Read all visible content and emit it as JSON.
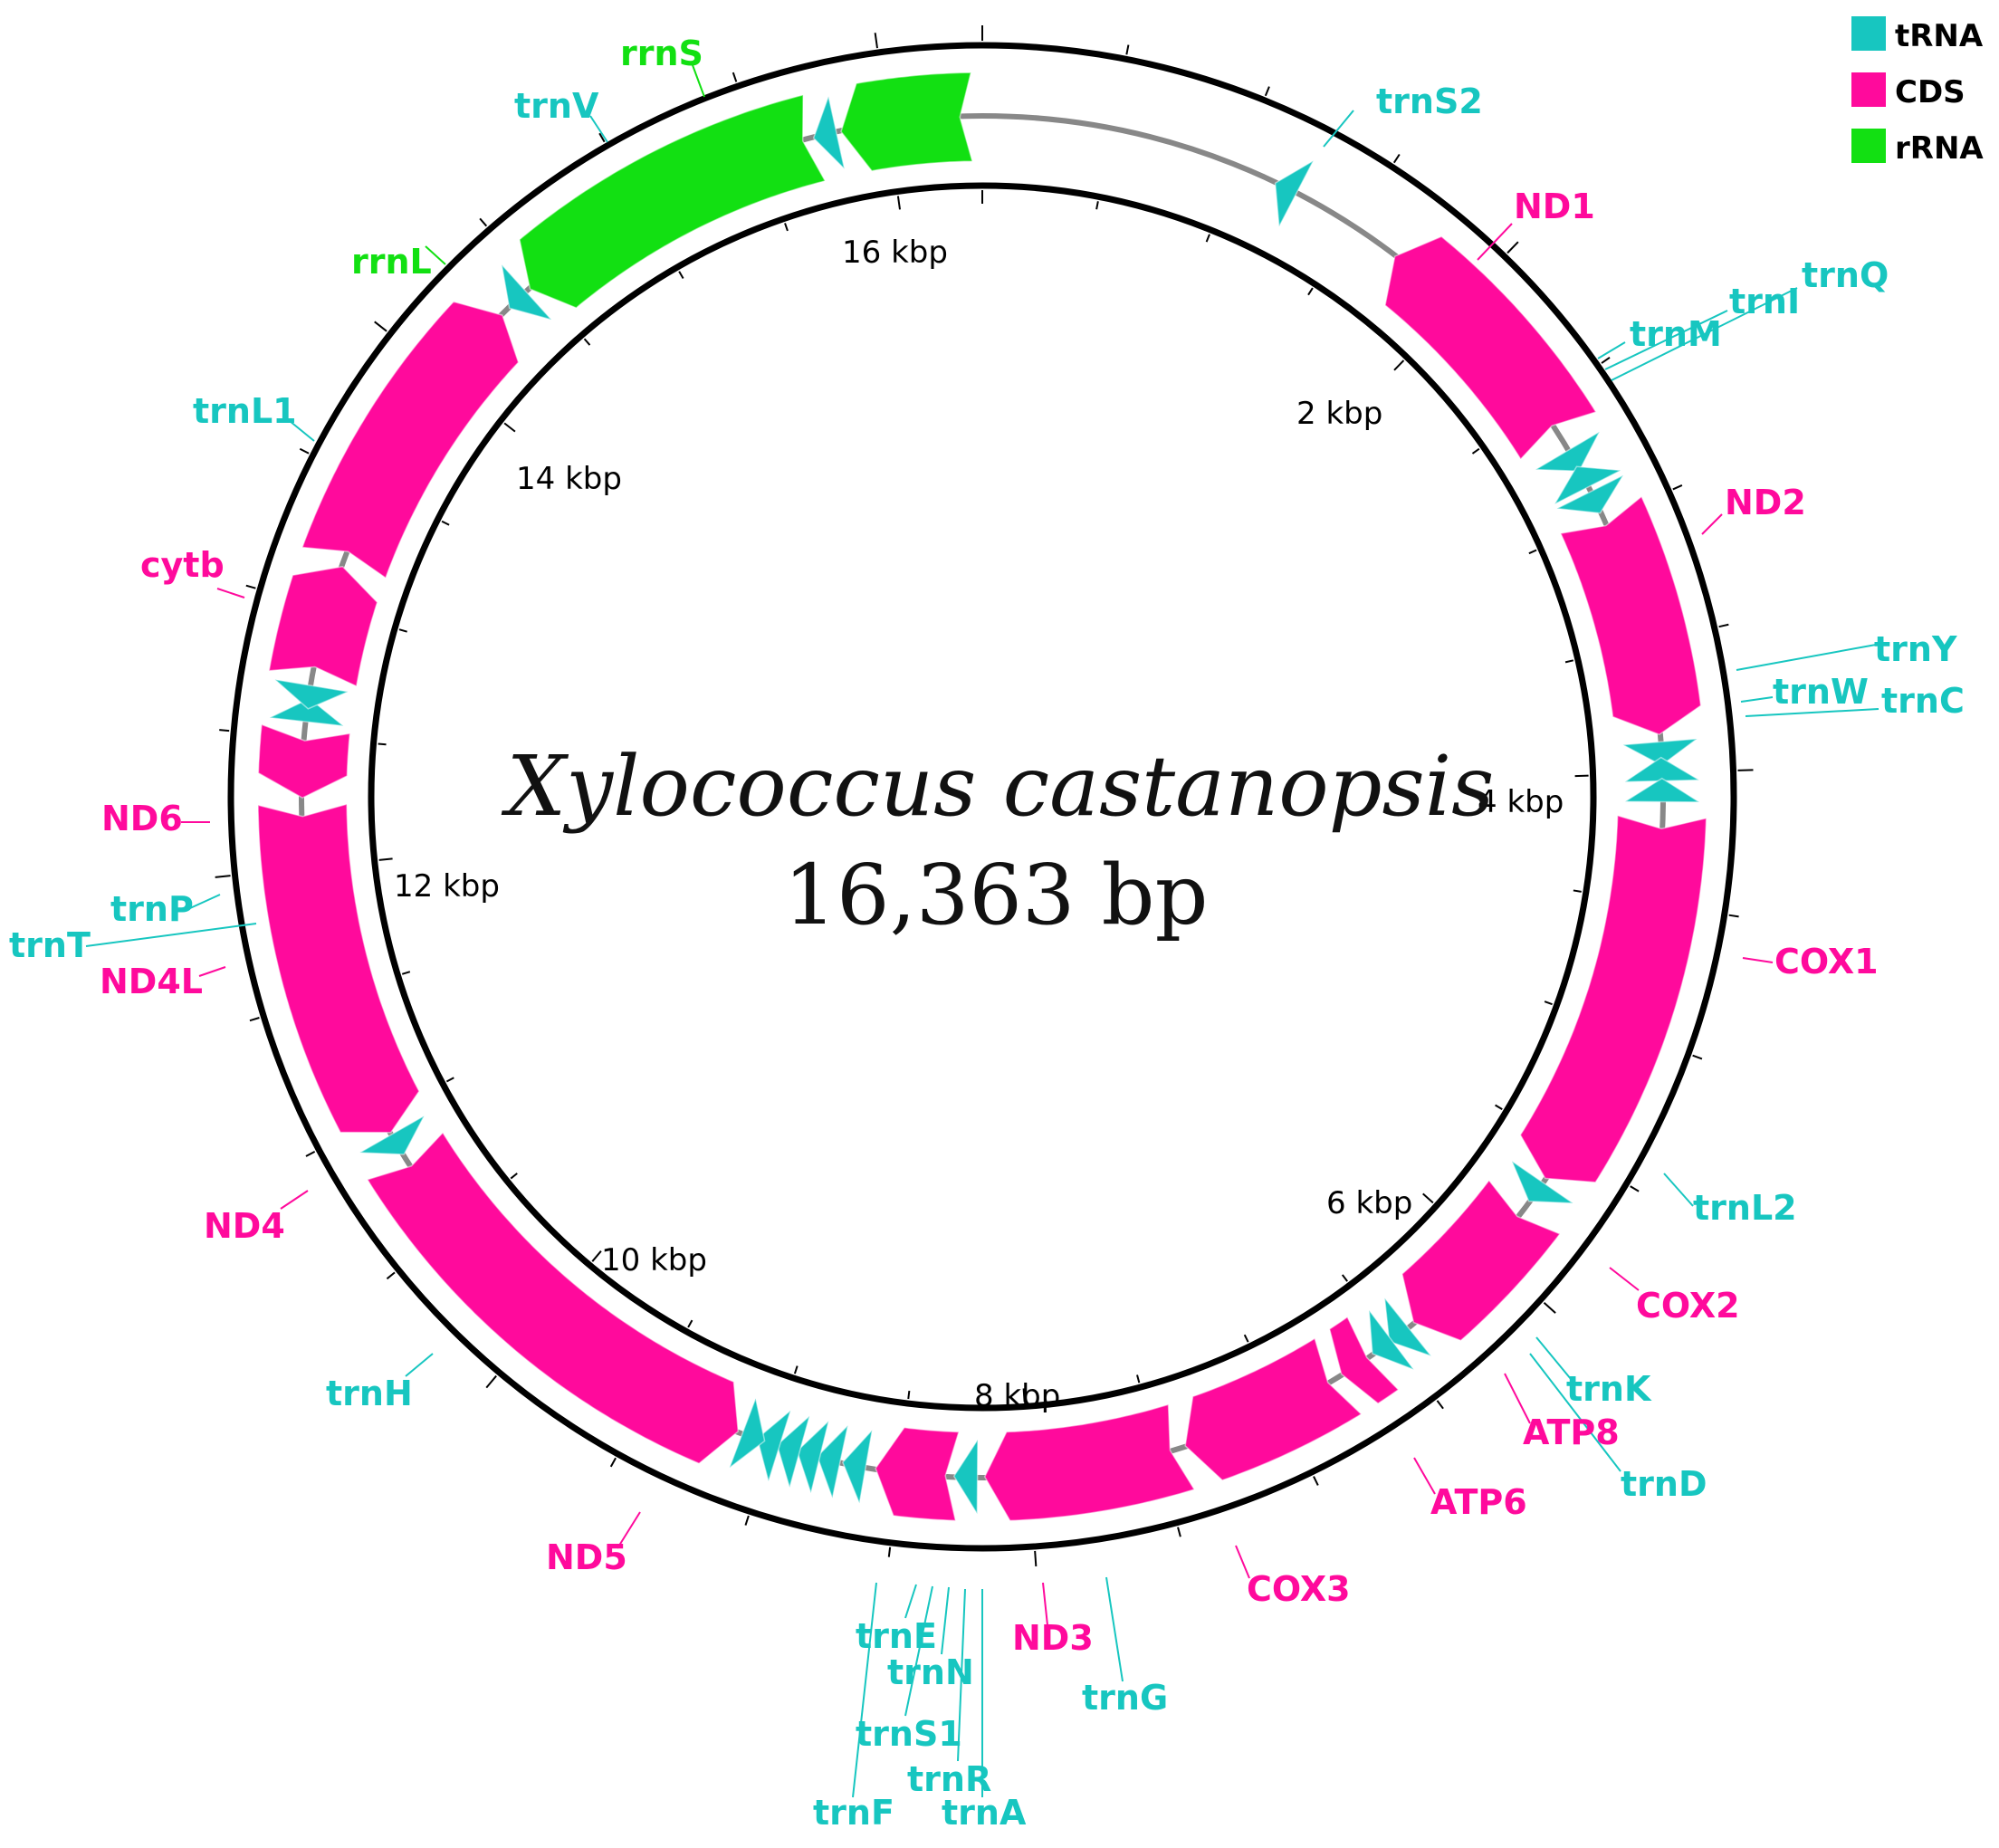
{
  "title": {
    "species": "Xylococcus castanopsis",
    "length": "16,363 bp"
  },
  "legend": [
    {
      "name": "tRNA",
      "color": "#17c6c0"
    },
    {
      "name": "CDS",
      "color": "#ff0a9c"
    },
    {
      "name": "rRNA",
      "color": "#12e012"
    }
  ],
  "colors": {
    "tRNA": "#17c6c0",
    "CDS": "#ff0a9c",
    "rRNA": "#12e012",
    "ring": "#000000",
    "track": "#888888"
  },
  "genome_length": 16363,
  "kbp_labels": [
    "2 kbp",
    "4 kbp",
    "6 kbp",
    "8 kbp",
    "10 kbp",
    "12 kbp",
    "14 kbp",
    "16 kbp"
  ],
  "features": [
    {
      "name": "trnS2",
      "type": "tRNA",
      "start": 1180,
      "end": 1250,
      "strand": -1
    },
    {
      "name": "ND1",
      "type": "CDS",
      "start": 1690,
      "end": 2640,
      "strand": -1
    },
    {
      "name": "trnQ",
      "type": "tRNA",
      "start": 2700,
      "end": 2770,
      "strand": 1
    },
    {
      "name": "trnI",
      "type": "tRNA",
      "start": 2790,
      "end": 2860,
      "strand": -1
    },
    {
      "name": "trnM",
      "type": "tRNA",
      "start": 2880,
      "end": 2950,
      "strand": 1
    },
    {
      "name": "ND2",
      "type": "CDS",
      "start": 2970,
      "end": 3860,
      "strand": 1
    },
    {
      "name": "trnW",
      "type": "tRNA",
      "start": 3880,
      "end": 3950,
      "strand": 1
    },
    {
      "name": "trnC",
      "type": "tRNA",
      "start": 3960,
      "end": 4030,
      "strand": -1
    },
    {
      "name": "trnY",
      "type": "tRNA",
      "start": 4040,
      "end": 4110,
      "strand": -1
    },
    {
      "name": "COX1",
      "type": "CDS",
      "start": 4160,
      "end": 5650,
      "strand": 1
    },
    {
      "name": "trnL2",
      "type": "tRNA",
      "start": 5660,
      "end": 5730,
      "strand": 1
    },
    {
      "name": "COX2",
      "type": "CDS",
      "start": 5770,
      "end": 6400,
      "strand": 1
    },
    {
      "name": "trnK",
      "type": "tRNA",
      "start": 6420,
      "end": 6490,
      "strand": 1
    },
    {
      "name": "trnD",
      "type": "tRNA",
      "start": 6500,
      "end": 6570,
      "strand": 1
    },
    {
      "name": "ATP8",
      "type": "CDS",
      "start": 6580,
      "end": 6740,
      "strand": 1
    },
    {
      "name": "ATP6",
      "type": "CDS",
      "start": 6740,
      "end": 7400,
      "strand": 1
    },
    {
      "name": "COX3",
      "type": "CDS",
      "start": 7400,
      "end": 8180,
      "strand": 1
    },
    {
      "name": "trnG",
      "type": "tRNA",
      "start": 8200,
      "end": 8270,
      "strand": 1
    },
    {
      "name": "ND3",
      "type": "CDS",
      "start": 8270,
      "end": 8600,
      "strand": 1
    },
    {
      "name": "trnA",
      "type": "tRNA",
      "start": 8630,
      "end": 8700,
      "strand": 1
    },
    {
      "name": "trnR",
      "type": "tRNA",
      "start": 8730,
      "end": 8800,
      "strand": 1
    },
    {
      "name": "trnN",
      "type": "tRNA",
      "start": 8810,
      "end": 8880,
      "strand": 1
    },
    {
      "name": "trnS1",
      "type": "tRNA",
      "start": 8890,
      "end": 8960,
      "strand": 1
    },
    {
      "name": "trnE",
      "type": "tRNA",
      "start": 8970,
      "end": 9040,
      "strand": 1
    },
    {
      "name": "trnF",
      "type": "tRNA",
      "start": 9050,
      "end": 9120,
      "strand": -1
    },
    {
      "name": "ND5",
      "type": "CDS",
      "start": 9130,
      "end": 10830,
      "strand": -1
    },
    {
      "name": "trnH",
      "type": "tRNA",
      "start": 10850,
      "end": 10920,
      "strand": -1
    },
    {
      "name": "ND4",
      "type": "CDS",
      "start": 10920,
      "end": 12250,
      "strand": -1
    },
    {
      "name": "ND4L",
      "type": "CDS",
      "start": 12260,
      "end": 12540,
      "strand": -1
    },
    {
      "name": "trnT",
      "type": "tRNA",
      "start": 12560,
      "end": 12630,
      "strand": 1
    },
    {
      "name": "trnP",
      "type": "tRNA",
      "start": 12630,
      "end": 12700,
      "strand": -1
    },
    {
      "name": "ND6",
      "type": "CDS",
      "start": 12720,
      "end": 13180,
      "strand": 1
    },
    {
      "name": "cytb",
      "type": "CDS",
      "start": 13180,
      "end": 14330,
      "strand": 1
    },
    {
      "name": "trnL1",
      "type": "tRNA",
      "start": 14380,
      "end": 14450,
      "strand": -1
    },
    {
      "name": "rrnL",
      "type": "rRNA",
      "start": 14460,
      "end": 15720,
      "strand": -1
    },
    {
      "name": "trnV",
      "type": "tRNA",
      "start": 15730,
      "end": 15800,
      "strand": -1
    },
    {
      "name": "rrnS",
      "type": "rRNA",
      "start": 15810,
      "end": 16330,
      "strand": -1
    }
  ],
  "labels": [
    {
      "text": "trnS2",
      "type": "tRNA",
      "feature": "trnS2"
    },
    {
      "text": "ND1",
      "type": "CDS",
      "feature": "ND1"
    },
    {
      "text": "trnQ",
      "type": "tRNA",
      "feature": "trnQ"
    },
    {
      "text": "trnI",
      "type": "tRNA",
      "feature": "trnI"
    },
    {
      "text": "trnM",
      "type": "tRNA",
      "feature": "trnM"
    },
    {
      "text": "ND2",
      "type": "CDS",
      "feature": "ND2"
    },
    {
      "text": "trnY",
      "type": "tRNA",
      "feature": "trnY"
    },
    {
      "text": "trnW",
      "type": "tRNA",
      "feature": "trnW"
    },
    {
      "text": "trnC",
      "type": "tRNA",
      "feature": "trnC"
    },
    {
      "text": "COX1",
      "type": "CDS",
      "feature": "COX1"
    },
    {
      "text": "trnL2",
      "type": "tRNA",
      "feature": "trnL2"
    },
    {
      "text": "COX2",
      "type": "CDS",
      "feature": "COX2"
    },
    {
      "text": "trnK",
      "type": "tRNA",
      "feature": "trnK"
    },
    {
      "text": "ATP8",
      "type": "CDS",
      "feature": "ATP8"
    },
    {
      "text": "trnD",
      "type": "tRNA",
      "feature": "trnD"
    },
    {
      "text": "ATP6",
      "type": "CDS",
      "feature": "ATP6"
    },
    {
      "text": "COX3",
      "type": "CDS",
      "feature": "COX3"
    },
    {
      "text": "trnG",
      "type": "tRNA",
      "feature": "trnG"
    },
    {
      "text": "ND3",
      "type": "CDS",
      "feature": "ND3"
    },
    {
      "text": "trnA",
      "type": "tRNA",
      "feature": "trnA"
    },
    {
      "text": "trnR",
      "type": "tRNA",
      "feature": "trnR"
    },
    {
      "text": "trnS1",
      "type": "tRNA",
      "feature": "trnS1"
    },
    {
      "text": "trnN",
      "type": "tRNA",
      "feature": "trnN"
    },
    {
      "text": "trnF",
      "type": "tRNA",
      "feature": "trnF"
    },
    {
      "text": "trnE",
      "type": "tRNA",
      "feature": "trnE"
    },
    {
      "text": "ND5",
      "type": "CDS",
      "feature": "ND5"
    },
    {
      "text": "trnH",
      "type": "tRNA",
      "feature": "trnH"
    },
    {
      "text": "ND4",
      "type": "CDS",
      "feature": "ND4"
    },
    {
      "text": "ND4L",
      "type": "CDS",
      "feature": "ND4L"
    },
    {
      "text": "trnT",
      "type": "tRNA",
      "feature": "trnT"
    },
    {
      "text": "trnP",
      "type": "tRNA",
      "feature": "trnP"
    },
    {
      "text": "ND6",
      "type": "CDS",
      "feature": "ND6"
    },
    {
      "text": "cytb",
      "type": "CDS",
      "feature": "cytb"
    },
    {
      "text": "trnL1",
      "type": "tRNA",
      "feature": "trnL1"
    },
    {
      "text": "rrnL",
      "type": "rRNA",
      "feature": "rrnL"
    },
    {
      "text": "trnV",
      "type": "tRNA",
      "feature": "trnV"
    },
    {
      "text": "rrnS",
      "type": "rRNA",
      "feature": "rrnS"
    }
  ]
}
